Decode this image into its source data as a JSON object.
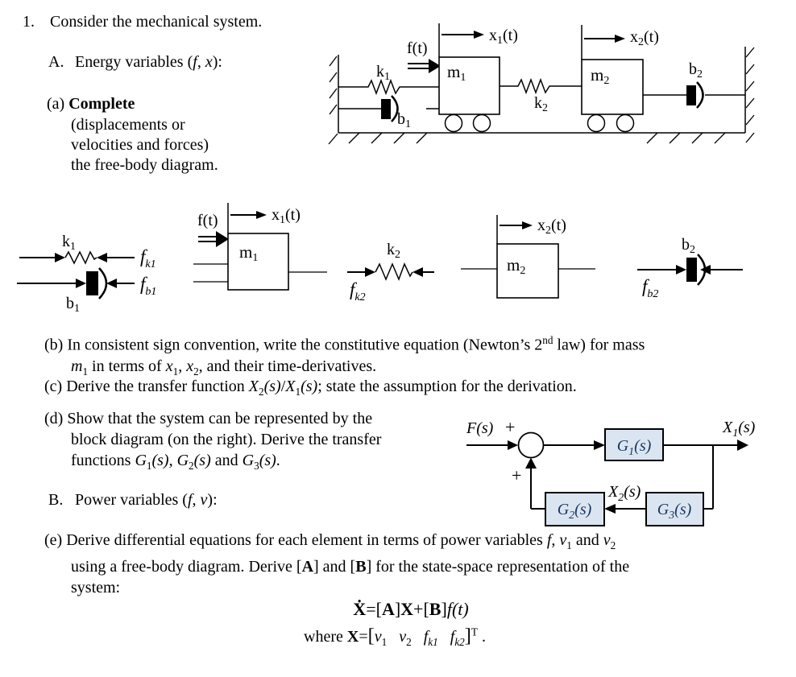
{
  "colors": {
    "block_fill": "#dbe5f1",
    "block_text": "#17365d"
  },
  "problem": {
    "number": "1.",
    "intro": "Consider the mechanical system."
  },
  "sectionA": {
    "label": "A.",
    "heading": [
      {
        "t": "Energy variables ("
      },
      {
        "t": "f",
        "s": "i"
      },
      {
        "t": ", "
      },
      {
        "t": "x",
        "s": "i"
      },
      {
        "t": "):"
      }
    ]
  },
  "itemA": {
    "line1": [
      {
        "t": "(a) "
      },
      {
        "t": "Complete",
        "s": "b"
      }
    ],
    "line2": "(displacements or",
    "line3": "velocities and forces)",
    "line4": "the free-body diagram."
  },
  "itemB": [
    {
      "t": "(b) "
    },
    {
      "t": "In consistent sign convention, write the constitutive equation (Newton’s 2"
    },
    {
      "t": "nd",
      "s": "sup"
    },
    {
      "t": " law) for mass"
    },
    {
      "t": "\n"
    },
    {
      "t": "m",
      "s": "i"
    },
    {
      "t": "1",
      "s": "sub"
    },
    {
      "t": " in terms of "
    },
    {
      "t": "x",
      "s": "i"
    },
    {
      "t": "1",
      "s": "sub"
    },
    {
      "t": ", "
    },
    {
      "t": "x",
      "s": "i"
    },
    {
      "t": "2",
      "s": "sub"
    },
    {
      "t": ", and their time-derivatives."
    }
  ],
  "itemC": [
    {
      "t": "(c) "
    },
    {
      "t": "Derive the transfer function "
    },
    {
      "t": "X",
      "s": "i"
    },
    {
      "t": "2",
      "s": "sub"
    },
    {
      "t": "(s)",
      "s": "i"
    },
    {
      "t": "/"
    },
    {
      "t": "X",
      "s": "i"
    },
    {
      "t": "1",
      "s": "sub"
    },
    {
      "t": "(s)",
      "s": "i"
    },
    {
      "t": "; state the assumption for the derivation."
    }
  ],
  "itemD": [
    {
      "t": "(d) "
    },
    {
      "t": "Show that the system can be represented by the"
    },
    {
      "t": "\n"
    },
    {
      "t": "block diagram (on the right). Derive the transfer"
    },
    {
      "t": "\n"
    },
    {
      "t": "functions "
    },
    {
      "t": "G",
      "s": "i"
    },
    {
      "t": "1",
      "s": "sub"
    },
    {
      "t": "(s)",
      "s": "i"
    },
    {
      "t": ", "
    },
    {
      "t": "G",
      "s": "i"
    },
    {
      "t": "2",
      "s": "sub"
    },
    {
      "t": "(s)",
      "s": "i"
    },
    {
      "t": " and "
    },
    {
      "t": "G",
      "s": "i"
    },
    {
      "t": "3",
      "s": "sub"
    },
    {
      "t": "(s)",
      "s": "i"
    },
    {
      "t": "."
    }
  ],
  "sectionB": {
    "label": "B.",
    "heading": [
      {
        "t": "Power variables ("
      },
      {
        "t": "f",
        "s": "i"
      },
      {
        "t": ", "
      },
      {
        "t": "v",
        "s": "i"
      },
      {
        "t": "):"
      }
    ]
  },
  "itemE": [
    {
      "t": "(e) "
    },
    {
      "t": "Derive differential equations for each element in terms of power variables "
    },
    {
      "t": "f",
      "s": "i"
    },
    {
      "t": ", "
    },
    {
      "t": "v",
      "s": "i"
    },
    {
      "t": "1",
      "s": "sub"
    },
    {
      "t": " and "
    },
    {
      "t": "v",
      "s": "i"
    },
    {
      "t": "2",
      "s": "sub"
    },
    {
      "t": "\n"
    },
    {
      "t": "using a free-body diagram. Derive ["
    },
    {
      "t": "A",
      "s": "b"
    },
    {
      "t": "] and ["
    },
    {
      "t": "B",
      "s": "b"
    },
    {
      "t": "] for the state-space representation of the"
    },
    {
      "t": "\n"
    },
    {
      "t": "system:"
    }
  ],
  "eq1": [
    {
      "t": "Ẋ",
      "s": "b"
    },
    {
      "t": "="
    },
    {
      "t": "["
    },
    {
      "t": "A",
      "s": "b"
    },
    {
      "t": "]"
    },
    {
      "t": "X",
      "s": "b"
    },
    {
      "t": "+"
    },
    {
      "t": "["
    },
    {
      "t": "B",
      "s": "b"
    },
    {
      "t": "]"
    },
    {
      "t": "f",
      "s": "i"
    },
    {
      "t": "(t)",
      "s": "i"
    }
  ],
  "eq2": [
    {
      "t": "where "
    },
    {
      "t": "X",
      "s": "b"
    },
    {
      "t": "="
    },
    {
      "t": "[",
      "s": "br"
    },
    {
      "t": "v",
      "s": "i"
    },
    {
      "t": "1",
      "s": "sub"
    },
    {
      "t": "   "
    },
    {
      "t": "v",
      "s": "i"
    },
    {
      "t": "2",
      "s": "sub"
    },
    {
      "t": "   "
    },
    {
      "t": "f",
      "s": "i"
    },
    {
      "t": "k1",
      "s": "isub"
    },
    {
      "t": "   "
    },
    {
      "t": "f",
      "s": "i"
    },
    {
      "t": "k2",
      "s": "isub"
    },
    {
      "t": "]",
      "s": "br"
    },
    {
      "t": "T",
      "s": "sup"
    },
    {
      "t": " ."
    }
  ],
  "sym": {
    "ft": "f(t)",
    "x1": {
      "m": "x",
      "s": "1",
      "x": "(t)"
    },
    "x2": {
      "m": "x",
      "s": "2",
      "x": "(t)"
    },
    "k1": {
      "m": "k",
      "s": "1"
    },
    "k2": {
      "m": "k",
      "s": "2"
    },
    "b1": {
      "m": "b",
      "s": "1"
    },
    "b2": {
      "m": "b",
      "s": "2"
    },
    "m1": {
      "m": "m",
      "s": "1"
    },
    "m2": {
      "m": "m",
      "s": "2"
    },
    "fk1": {
      "m": "f",
      "s": "k1"
    },
    "fb1": {
      "m": "f",
      "s": "b1"
    },
    "fk2": {
      "m": "f",
      "s": "k2"
    },
    "fb2": {
      "m": "f",
      "s": "b2"
    }
  },
  "block": {
    "Fs": {
      "m": "F",
      "x": "(s)"
    },
    "X1s": {
      "m": "X",
      "s": "1",
      "x": "(s)"
    },
    "X2s": {
      "m": "X",
      "s": "2",
      "x": "(s)"
    },
    "G1": {
      "m": "G",
      "s": "1",
      "x": "(s)"
    },
    "G2": {
      "m": "G",
      "s": "2",
      "x": "(s)"
    },
    "G3": {
      "m": "G",
      "s": "3",
      "x": "(s)"
    },
    "plus_top": "+",
    "plus_bottom": "+"
  }
}
